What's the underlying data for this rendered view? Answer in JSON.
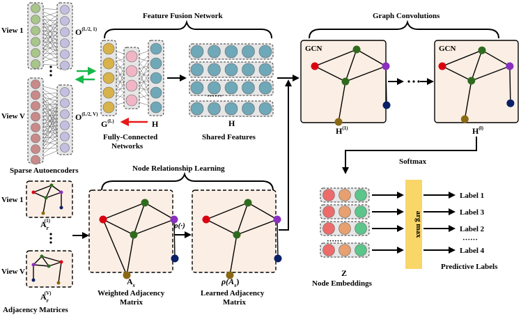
{
  "labels": {
    "view_1": "View 1",
    "view_v": "View V",
    "view_1_adj": "View 1",
    "view_v_adj": "View V",
    "o_first": "O",
    "o_first_sup": "(L/2, 1)",
    "o_last": "O",
    "o_last_sup": "(L/2, V)",
    "sparse_autoencoders": "Sparse Autoencoders",
    "feature_fusion_network": "Feature Fusion Network",
    "g_l": "G",
    "g_l_sup": "(L)",
    "h_ffn": "H",
    "fully_connected_1": "Fully-Connected",
    "fully_connected_2": "Networks",
    "h_shared": "H",
    "shared_features": "Shared Features",
    "dots_shared": "······",
    "graph_convolutions": "Graph Convolutions",
    "gcn_1": "GCN",
    "gcn_2": "GCN",
    "h_1": "H",
    "h_1_sup": "(1)",
    "h_l": "H",
    "h_l_sup": "(l)",
    "softmax": "Softmax",
    "node_relationship_learning": "Node Relationship Learning",
    "a_r1": "A",
    "a_r1_sub": "r",
    "a_r1_sup": "(1)",
    "a_rv": "A",
    "a_rv_sub": "r",
    "a_rv_sup": "(V)",
    "adjacency_matrices": "Adjacency Matrices",
    "rho_arrow": "ρ(·)",
    "a_s": "A",
    "a_s_sub": "s",
    "weighted_adj_1": "Weighted Adjacency",
    "weighted_adj_2": "Matrix",
    "rho_as": "ρ(A",
    "rho_as_sub": "s",
    "rho_as_close": ")",
    "learned_adj_1": "Learned Adjacency",
    "learned_adj_2": "Matrix",
    "argmax": "arg max",
    "z": "Z",
    "dots_z": "······",
    "node_embeddings": "Node Embeddings",
    "label_a": "Label 1",
    "label_b": "Label 3",
    "label_c": "Label 2",
    "label_dots": "······",
    "label_d": "Label 4",
    "predictive_labels": "Predictive Labels"
  },
  "colors": {
    "view1_node": "#a8c58a",
    "viewv_node": "#c98a8a",
    "code_node": "#c3bfe0",
    "ffn_gold": "#d8b34a",
    "ffn_pink": "#f0b6c6",
    "teal": "#6fa8b8",
    "panel": "#fbeee4",
    "argmax": "#f8d668",
    "z_red": "#ee6b6b",
    "z_orange": "#e8a070",
    "z_green": "#5cc58a",
    "node_red": "#d9000f",
    "node_green": "#2f6b1f",
    "node_purple": "#8a2fbf",
    "node_navy": "#0a1f66",
    "node_olive": "#8b6914",
    "green_arrow": "#18b84b",
    "red_arrow": "#e81818"
  }
}
